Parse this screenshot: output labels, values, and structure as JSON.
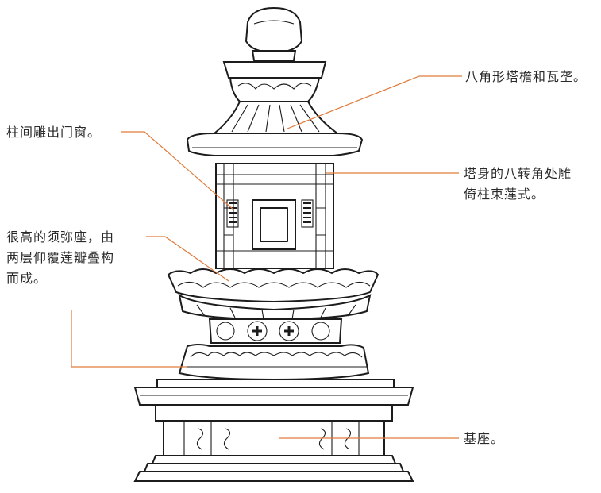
{
  "labels": {
    "roof": "八角形塔檐和瓦垄。",
    "windows": "柱间雕出门窗。",
    "corners_line1": "塔身的八转角处雕",
    "corners_line2": "倚柱束莲式。",
    "base_high_line1": "很高的须弥座，由",
    "base_high_line2": "两层仰覆莲瓣叠构",
    "base_high_line3": "而成。",
    "foundation": "基座。"
  },
  "colors": {
    "leader": "#e07a3a",
    "ink": "#1c1c1c"
  }
}
